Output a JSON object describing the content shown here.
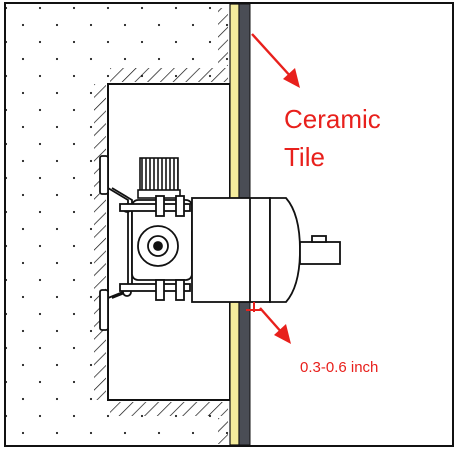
{
  "labels": {
    "ceramic_line1": "Ceramic",
    "ceramic_line2": "Tile",
    "depth_range": "0.3-0.6 inch"
  },
  "colors": {
    "annotation": "#e8201c",
    "tile_face": "#f4ec9c",
    "tile_body": "#4a4d55",
    "outline": "#111111",
    "wall_dots": "#222222"
  }
}
